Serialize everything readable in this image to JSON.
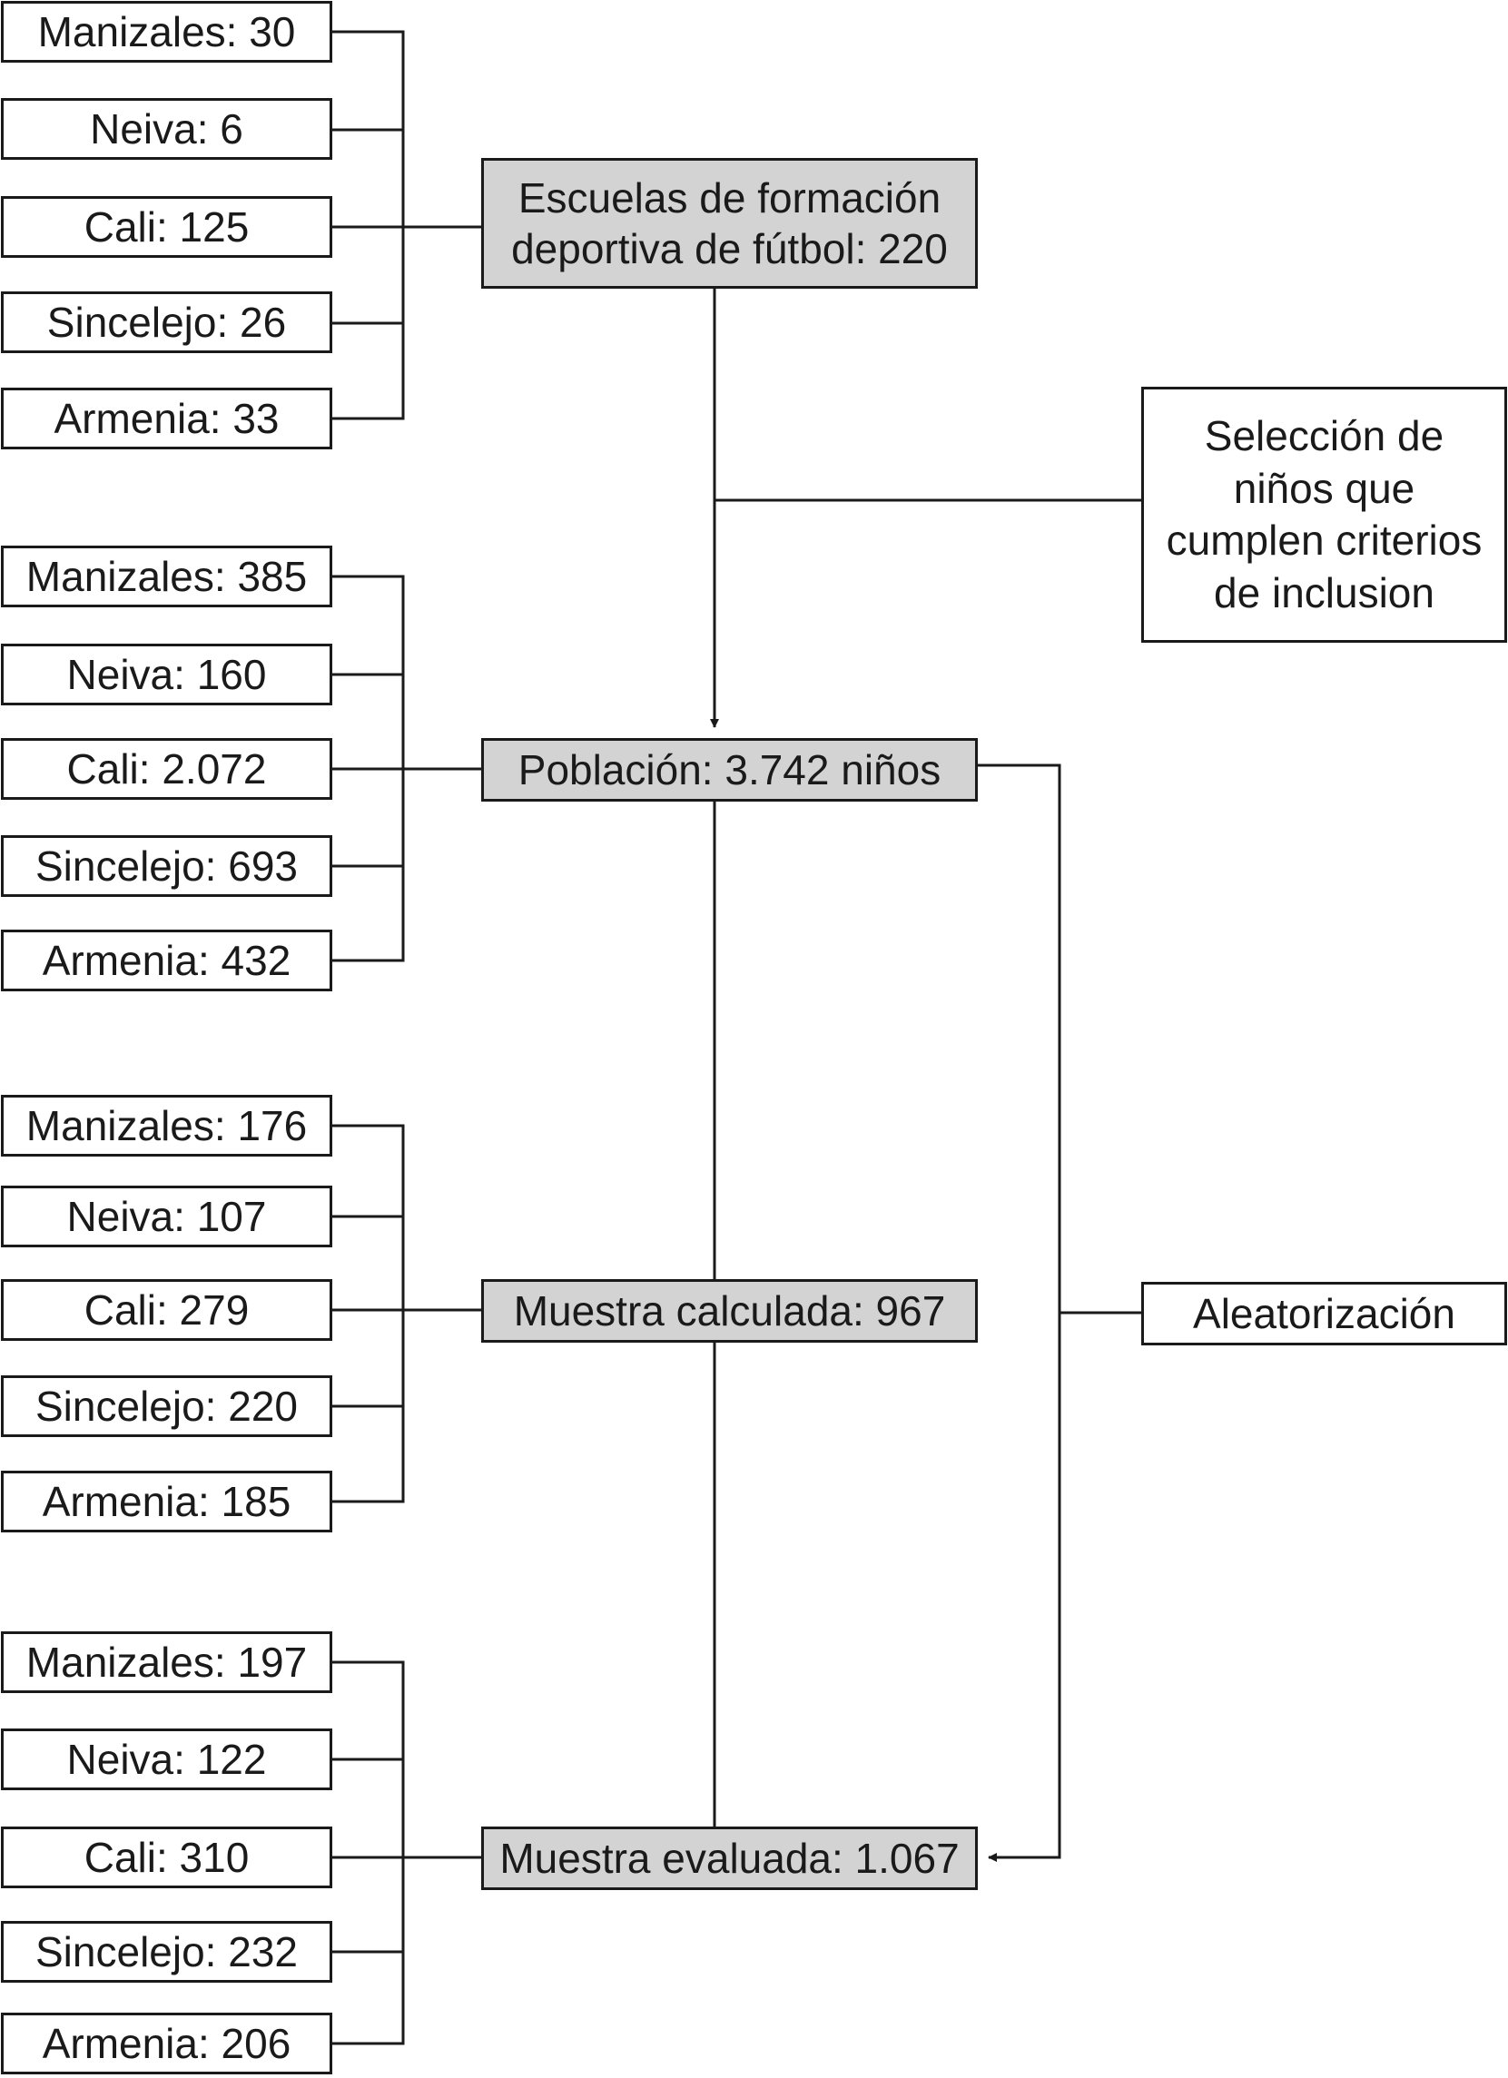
{
  "groups": [
    {
      "cities": [
        {
          "label": "Manizales: 30"
        },
        {
          "label": "Neiva: 6"
        },
        {
          "label": "Cali: 125"
        },
        {
          "label": "Sincelejo: 26"
        },
        {
          "label": "Armenia: 33"
        }
      ],
      "main_label": "Escuelas de formación deportiva de fútbol: 220"
    },
    {
      "cities": [
        {
          "label": "Manizales: 385"
        },
        {
          "label": "Neiva: 160"
        },
        {
          "label": "Cali: 2.072"
        },
        {
          "label": "Sincelejo: 693"
        },
        {
          "label": "Armenia: 432"
        }
      ],
      "main_label": "Población: 3.742 niños"
    },
    {
      "cities": [
        {
          "label": "Manizales: 176"
        },
        {
          "label": "Neiva: 107"
        },
        {
          "label": "Cali: 279"
        },
        {
          "label": "Sincelejo: 220"
        },
        {
          "label": "Armenia: 185"
        }
      ],
      "main_label": "Muestra calculada: 967"
    },
    {
      "cities": [
        {
          "label": "Manizales: 197"
        },
        {
          "label": "Neiva: 122"
        },
        {
          "label": "Cali: 310"
        },
        {
          "label": "Sincelejo: 232"
        },
        {
          "label": "Armenia: 206"
        }
      ],
      "main_label": "Muestra evaluada: 1.067"
    }
  ],
  "side_boxes": {
    "selection": "Selección de niños que cumplen criterios de inclusion",
    "randomization": "Aleatorización"
  },
  "colors": {
    "line": "#1a1a1a",
    "main_fill": "#d3d3d3",
    "box_fill": "#ffffff"
  }
}
